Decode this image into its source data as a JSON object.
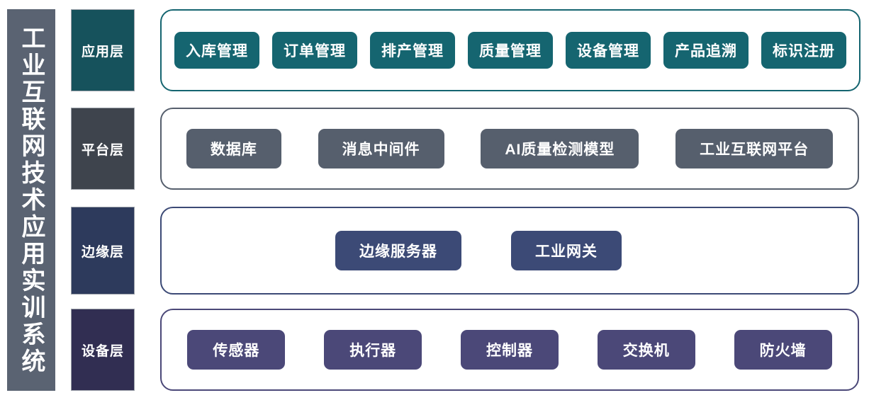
{
  "title": {
    "text": "工业互联网技术应用实训系统"
  },
  "colors": {
    "title_bar": "#5a6372",
    "app_accent": "#156570",
    "platform_accent": "#565f6d",
    "edge_accent": "#3c4a76",
    "device_accent": "#4b4878",
    "app_label_bg": "#16525c",
    "platform_label_bg": "#3e444d",
    "edge_label_bg": "#2d3a5c",
    "device_label_bg": "#312e52",
    "background": "#ffffff",
    "chip_text": "#ffffff"
  },
  "layers": [
    {
      "id": "application",
      "label": "应用层",
      "items": [
        {
          "label": "入库管理"
        },
        {
          "label": "订单管理"
        },
        {
          "label": "排产管理"
        },
        {
          "label": "质量管理"
        },
        {
          "label": "设备管理"
        },
        {
          "label": "产品追溯"
        },
        {
          "label": "标识注册"
        }
      ]
    },
    {
      "id": "platform",
      "label": "平台层",
      "items": [
        {
          "label": "数据库"
        },
        {
          "label": "消息中间件"
        },
        {
          "label": "AI质量检测模型"
        },
        {
          "label": "工业互联网平台"
        }
      ]
    },
    {
      "id": "edge",
      "label": "边缘层",
      "items": [
        {
          "label": "边缘服务器"
        },
        {
          "label": "工业网关"
        }
      ]
    },
    {
      "id": "device",
      "label": "设备层",
      "items": [
        {
          "label": "传感器"
        },
        {
          "label": "执行器"
        },
        {
          "label": "控制器"
        },
        {
          "label": "交换机"
        },
        {
          "label": "防火墙"
        }
      ]
    }
  ]
}
